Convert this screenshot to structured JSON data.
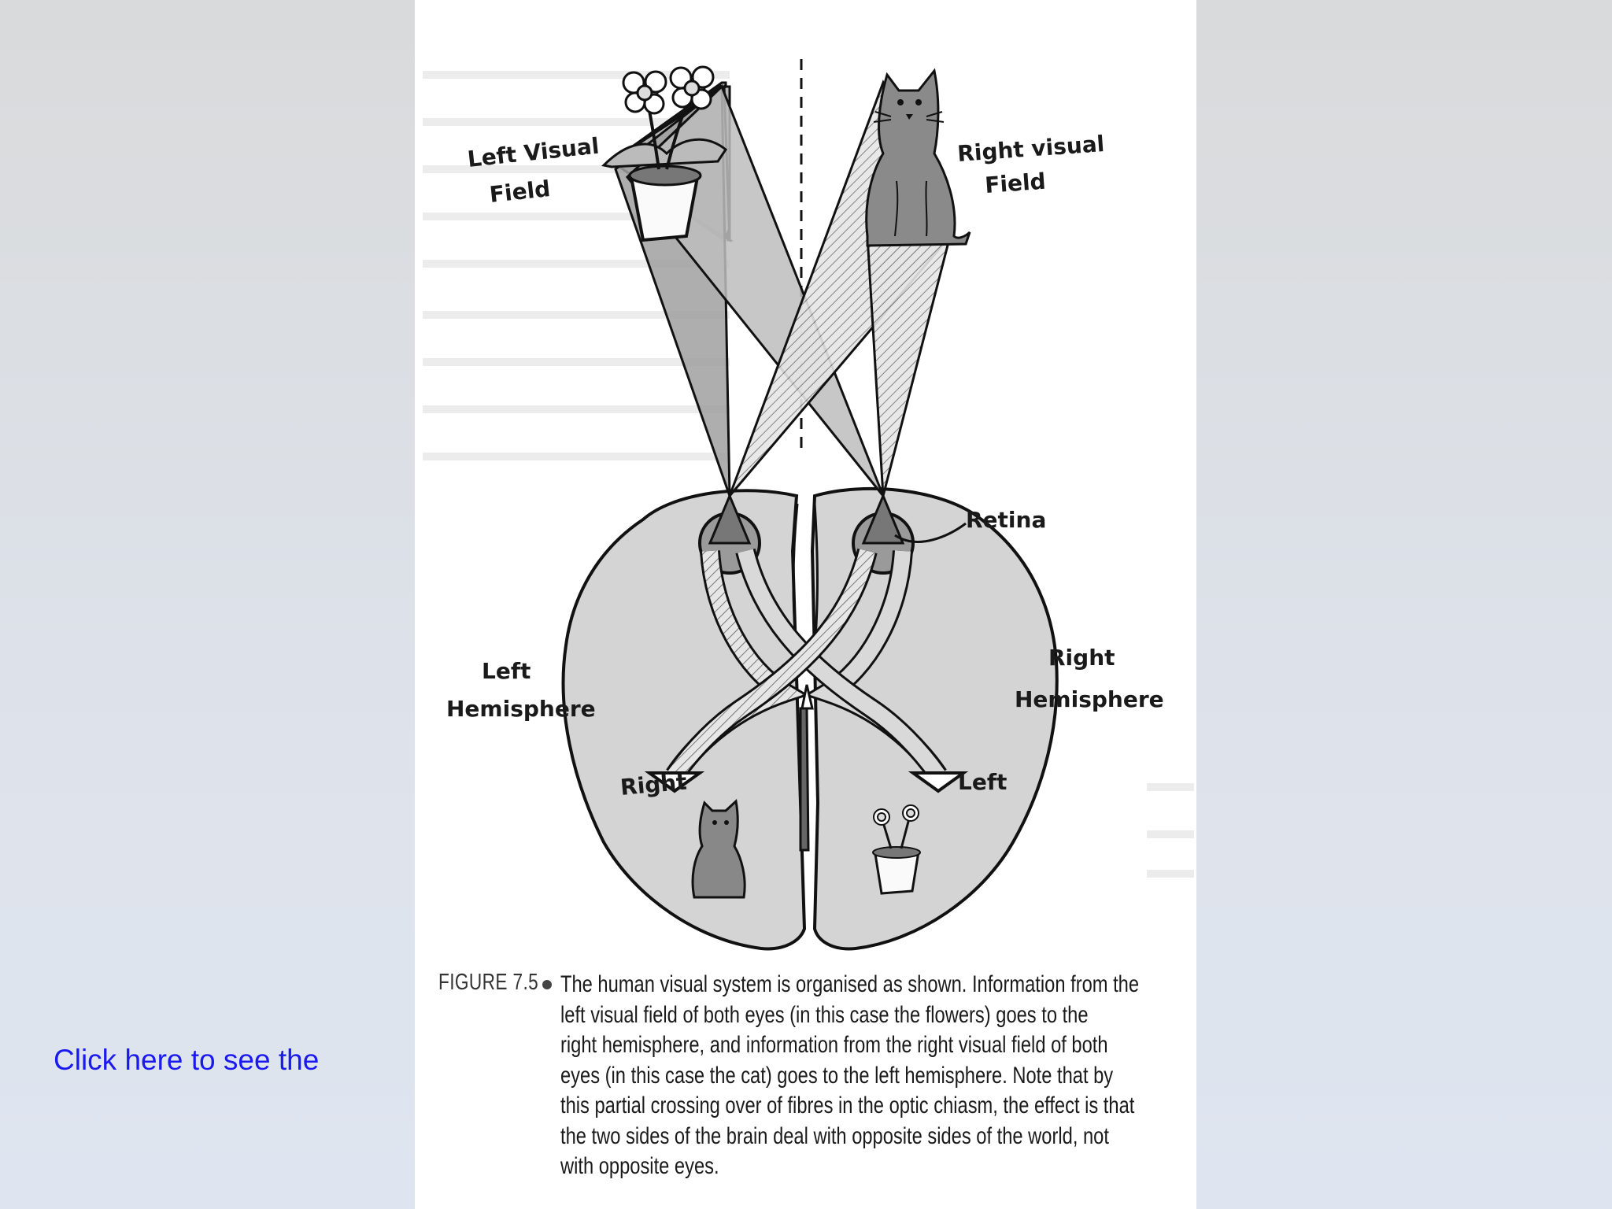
{
  "link": {
    "text": "Click here to see the"
  },
  "figure": {
    "labels": {
      "left_visual_field_line1": "Left Visual",
      "left_visual_field_line2": "Field",
      "right_visual_field_line1": "Right visual",
      "right_visual_field_line2": "Field",
      "retina": "Retina",
      "left_hemisphere_line1": "Left",
      "left_hemisphere_line2": "Hemisphere",
      "right_hemisphere_line1": "Right",
      "right_hemisphere_line2": "Hemisphere",
      "arrow_right": "Right",
      "arrow_left": "Left"
    },
    "caption": {
      "label": "FIGURE 7.5",
      "lines": [
        "The human visual system is organised as shown. Information from the",
        "left visual field of both eyes (in this case the flowers) goes to the",
        "right hemisphere, and information from the right visual field of both",
        "eyes (in this case the cat) goes to the left hemisphere. Note that by",
        "this partial crossing over of fibres in the optic chiasm, the effect is that",
        "the two sides of the brain deal with opposite sides of the world, not",
        "with opposite eyes."
      ]
    }
  }
}
